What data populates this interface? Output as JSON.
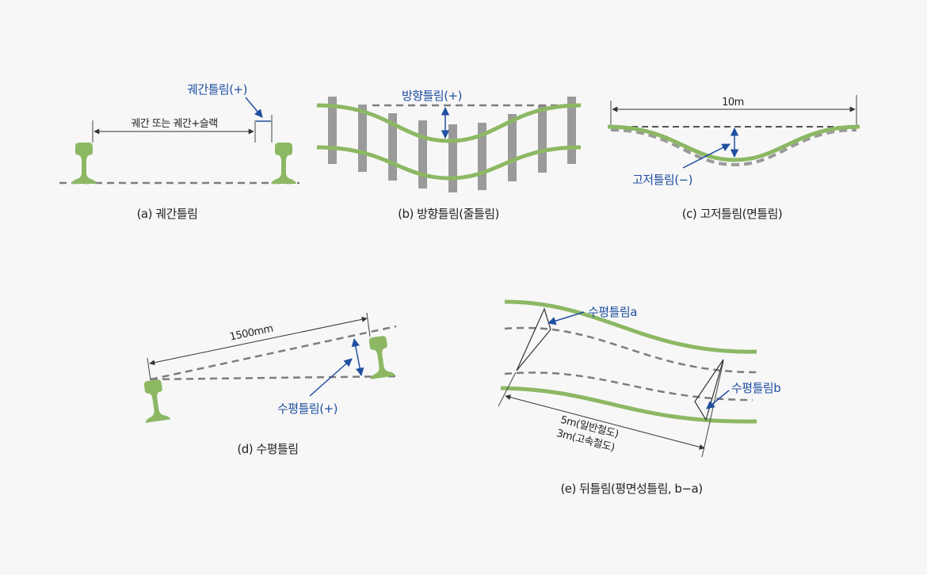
{
  "colors": {
    "background": "#f7f7f7",
    "rail_green": "#8cb863",
    "sleeper_gray": "#9a9a9a",
    "dashed_gray": "#7d7d7d",
    "annotation_blue": "#1f4fa0",
    "text_black": "#222222"
  },
  "panel_a": {
    "caption": "(a) 궤간틀림",
    "gauge_label": "궤간 또는 궤간+슬랙",
    "deviation_label": "궤간틀림(+)"
  },
  "panel_b": {
    "caption": "(b) 방향틀림(줄틀림)",
    "deviation_label": "방향틀림(+)"
  },
  "panel_c": {
    "caption": "(c) 고저틀림(면틀림)",
    "length_label": "10m",
    "deviation_label": "고저틀림(−)"
  },
  "panel_d": {
    "caption": "(d) 수평틀림",
    "width_label": "1500mm",
    "deviation_label": "수평틀림(+)"
  },
  "panel_e": {
    "caption": "(e) 뒤틀림(평면성틀림, b−a)",
    "label_a": "수평틀림a",
    "label_b": "수평틀림b",
    "length_label_1": "5m(일반철도)",
    "length_label_2": "3m(고속철도)"
  }
}
